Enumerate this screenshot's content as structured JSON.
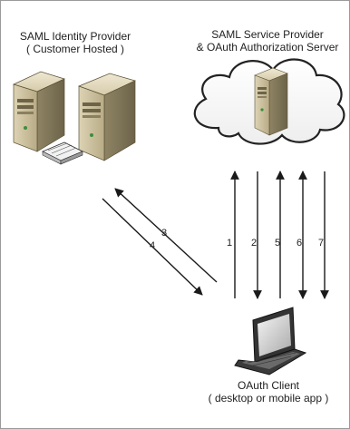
{
  "identity_provider": {
    "title": "SAML Identity Provider",
    "subtitle": "( Customer Hosted )"
  },
  "service_provider": {
    "title": "SAML Service Provider",
    "subtitle": "& OAuth Authorization Server"
  },
  "client": {
    "title": "OAuth Client",
    "subtitle": "( desktop or mobile app )"
  },
  "steps": [
    {
      "number": "1",
      "direction": "up"
    },
    {
      "number": "2",
      "direction": "down"
    },
    {
      "number": "3",
      "direction": "up-left"
    },
    {
      "number": "4",
      "direction": "down-right"
    },
    {
      "number": "5",
      "direction": "up"
    },
    {
      "number": "6",
      "direction": "both"
    },
    {
      "number": "7",
      "direction": "down"
    }
  ],
  "colors": {
    "arrow": "#1a1a1a",
    "server_body": "#c9bd9a",
    "cloud": "#ffffff"
  }
}
